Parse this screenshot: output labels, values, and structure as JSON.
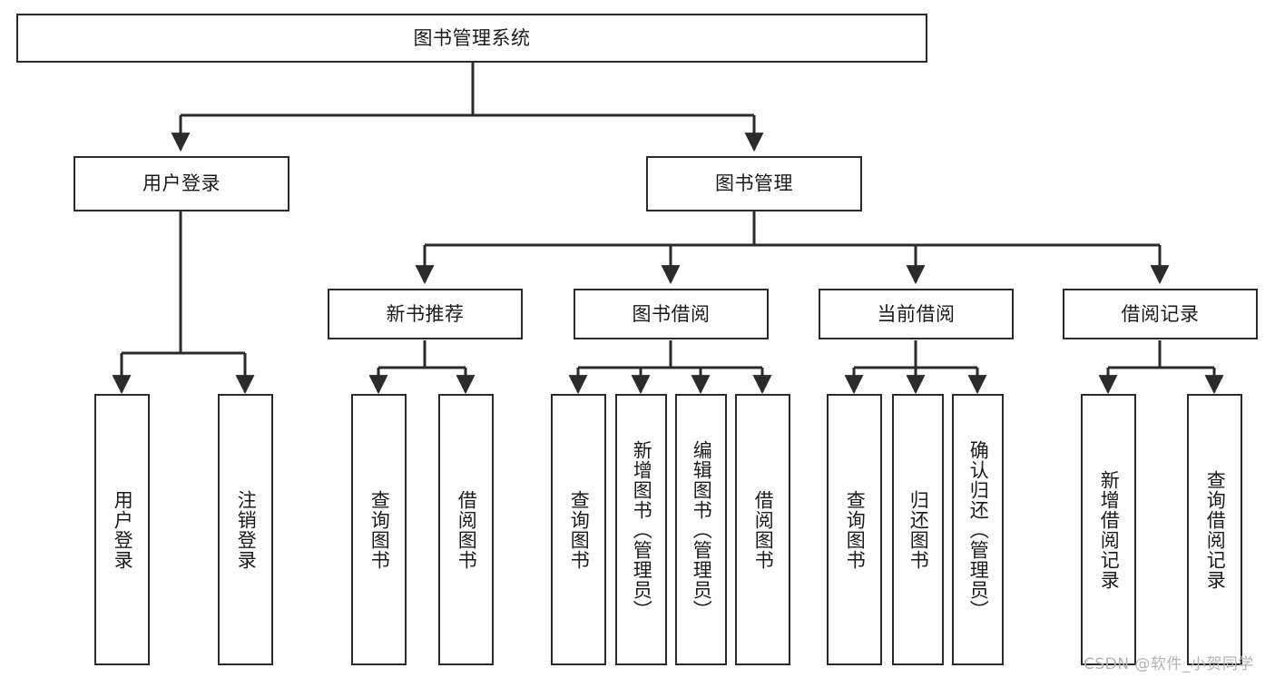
{
  "diagram": {
    "title": "图书管理系统",
    "type": "tree-hierarchy-chart",
    "root": {
      "label": "图书管理系统"
    },
    "level2": [
      {
        "label": "用户登录"
      },
      {
        "label": "图书管理"
      }
    ],
    "level3": [
      {
        "label": "新书推荐"
      },
      {
        "label": "图书借阅"
      },
      {
        "label": "当前借阅"
      },
      {
        "label": "借阅记录"
      }
    ],
    "leaves": {
      "user_login": [
        {
          "label": "用户登录"
        },
        {
          "label": "注销登录"
        }
      ],
      "new_book_recommend": [
        {
          "label": "查询图书"
        },
        {
          "label": "借阅图书"
        }
      ],
      "book_borrow": [
        {
          "label": "查询图书"
        },
        {
          "label": "新增图书（管理员）"
        },
        {
          "label": "编辑图书（管理员）"
        },
        {
          "label": "借阅图书"
        }
      ],
      "current_borrow": [
        {
          "label": "查询图书"
        },
        {
          "label": "归还图书"
        },
        {
          "label": "确认归还（管理员）"
        }
      ],
      "borrow_record": [
        {
          "label": "新增借阅记录"
        },
        {
          "label": "查询借阅记录"
        }
      ]
    }
  },
  "watermark": {
    "text": "CSDN @软件_小贺同学"
  },
  "colors": {
    "line": "#2b2b2b",
    "box_fill": "#ffffff",
    "text": "#1b1b1b",
    "background": "#ffffff",
    "watermark": "#b4b4b4"
  }
}
